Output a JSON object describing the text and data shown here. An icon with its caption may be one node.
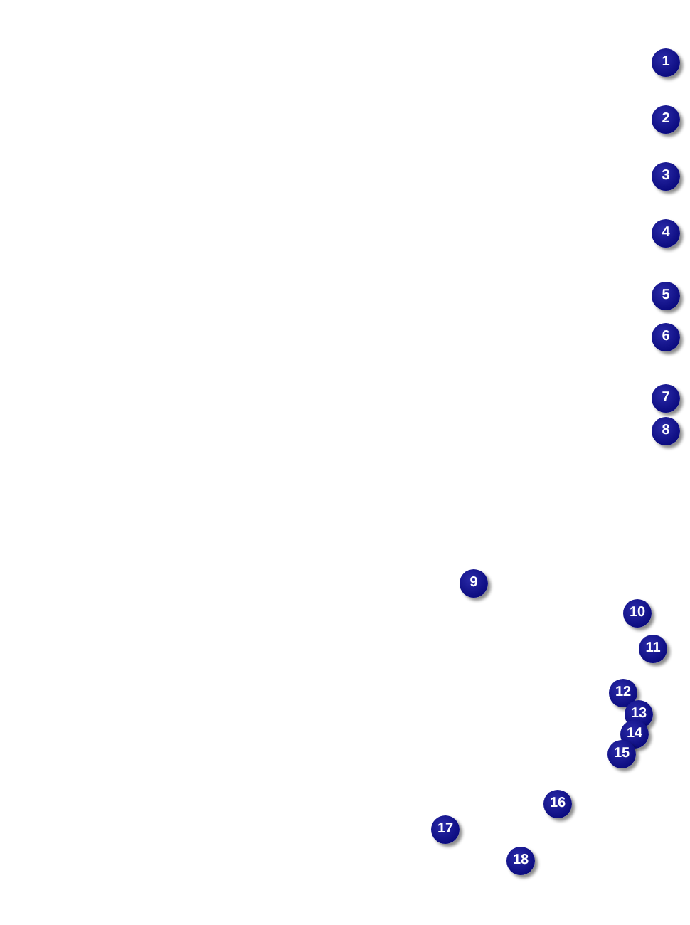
{
  "diagram": {
    "labels": [
      "1",
      "2",
      "3",
      "4",
      "5",
      "6",
      "7",
      "8",
      "9",
      "10",
      "11",
      "12",
      "13",
      "14",
      "15",
      "16",
      "17",
      "18"
    ]
  }
}
